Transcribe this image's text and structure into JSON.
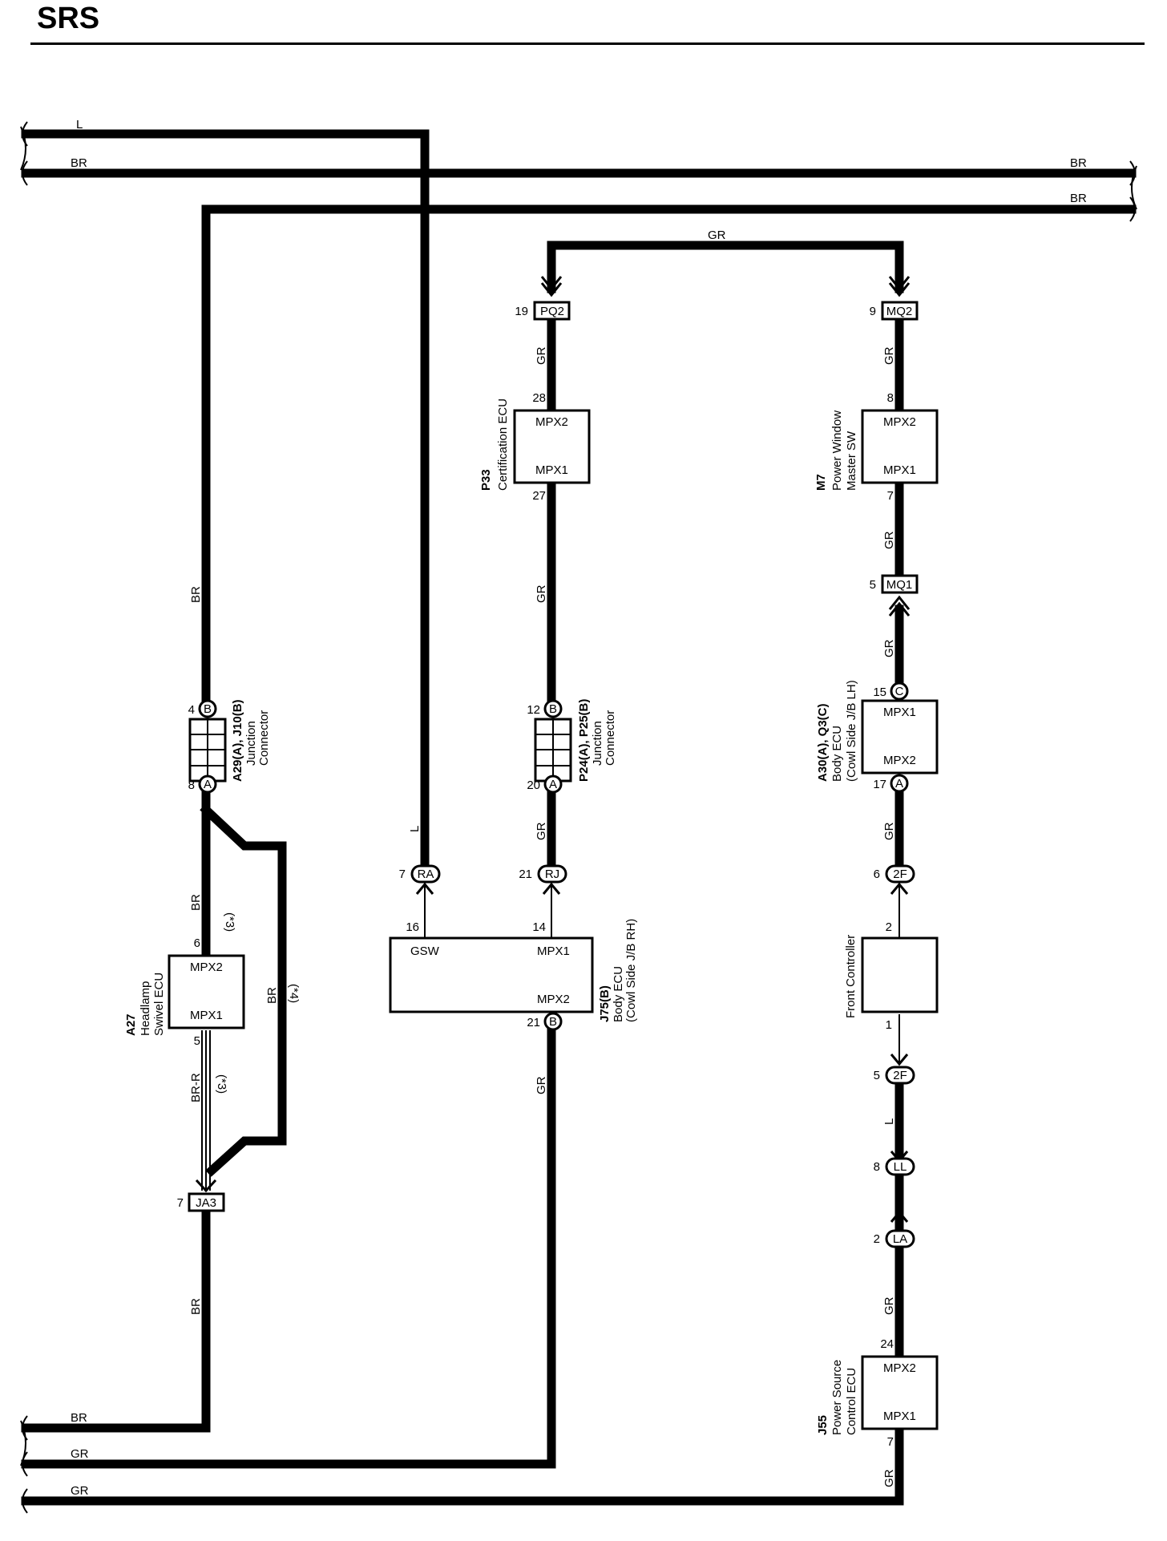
{
  "title": "SRS",
  "wire_colors": {
    "L": "L",
    "BR": "BR",
    "GR": "GR",
    "BR_R": "BR-R"
  },
  "notes": {
    "n3": "(*3)",
    "n4": "(*4)"
  },
  "connectors": {
    "pq2": {
      "pin": "19",
      "code": "PQ2"
    },
    "mq2": {
      "pin": "9",
      "code": "MQ2"
    },
    "mq1": {
      "pin": "5",
      "code": "MQ1"
    },
    "ra": {
      "pin": "7",
      "code": "RA"
    },
    "rj": {
      "pin": "21",
      "code": "RJ"
    },
    "f2_top": {
      "pin": "6",
      "code": "2F"
    },
    "f2_bot": {
      "pin": "5",
      "code": "2F"
    },
    "ll": {
      "pin": "8",
      "code": "LL"
    },
    "la": {
      "pin": "2",
      "code": "LA"
    },
    "ja3": {
      "pin": "7",
      "code": "JA3"
    }
  },
  "components": {
    "p33": {
      "ref": "P33",
      "name": "Certification ECU",
      "top_label": "MPX2",
      "bot_label": "MPX1",
      "top_pin": "28",
      "bot_pin": "27"
    },
    "m7": {
      "ref": "M7",
      "name1": "Power Window",
      "name2": "Master SW",
      "top_label": "MPX2",
      "bot_label": "MPX1",
      "top_pin": "8",
      "bot_pin": "7"
    },
    "a29": {
      "ref": "A29(A), J10(B)",
      "name1": "Junction",
      "name2": "Connector",
      "top_pin": "4",
      "top_conn": "B",
      "bot_pin": "8",
      "bot_conn": "A"
    },
    "p24": {
      "ref": "P24(A), P25(B)",
      "name1": "Junction",
      "name2": "Connector",
      "top_pin": "12",
      "top_conn": "B",
      "bot_pin": "20",
      "bot_conn": "A"
    },
    "a30": {
      "ref": "A30(A), Q3(C)",
      "name1": "Body ECU",
      "name2": "(Cowl Side J/B LH)",
      "top_label": "MPX1",
      "bot_label": "MPX2",
      "top_pin": "15",
      "top_conn": "C",
      "bot_pin": "17",
      "bot_conn": "A"
    },
    "a27": {
      "ref": "A27",
      "name1": "Headlamp",
      "name2": "Swivel ECU",
      "top_label": "MPX2",
      "bot_label": "MPX1",
      "top_pin": "6",
      "bot_pin": "5"
    },
    "j75": {
      "ref": "J75(B)",
      "name1": "Body ECU",
      "name2": "(Cowl Side J/B RH)",
      "gsw": "GSW",
      "mpx1": "MPX1",
      "mpx2": "MPX2",
      "gsw_pin": "16",
      "mpx1_pin": "14",
      "mpx2_pin": "21",
      "mpx2_conn": "B"
    },
    "front": {
      "name": "Front Controller",
      "top_pin": "2",
      "bot_pin": "1"
    },
    "j55": {
      "ref": "J55",
      "name1": "Power Source",
      "name2": "Control ECU",
      "top_label": "MPX2",
      "bot_label": "MPX1",
      "top_pin": "24",
      "bot_pin": "7"
    }
  }
}
